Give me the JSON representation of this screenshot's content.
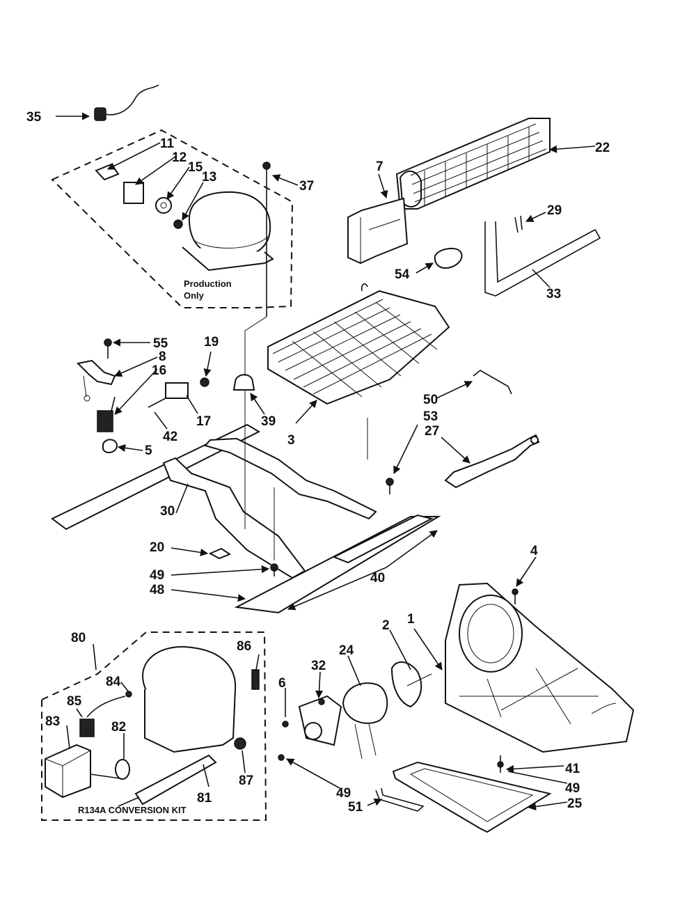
{
  "diagram": {
    "captions": {
      "production_line1": "Production",
      "production_line2": "Only",
      "kit": "R134A CONVERSION KIT"
    },
    "labels": {
      "p1": "1",
      "p2": "2",
      "p3": "3",
      "p4": "4",
      "p5": "5",
      "p6": "6",
      "p7": "7",
      "p8": "8",
      "p11": "11",
      "p12": "12",
      "p13": "13",
      "p15": "15",
      "p16": "16",
      "p17": "17",
      "p19": "19",
      "p20": "20",
      "p22": "22",
      "p24": "24",
      "p25": "25",
      "p27": "27",
      "p29": "29",
      "p30": "30",
      "p32": "32",
      "p33": "33",
      "p35": "35",
      "p37": "37",
      "p39": "39",
      "p40": "40",
      "p41": "41",
      "p42": "42",
      "p48": "48",
      "p49a": "49",
      "p49b": "49",
      "p49c": "49",
      "p50": "50",
      "p51": "51",
      "p53": "53",
      "p54": "54",
      "p55": "55",
      "p80": "80",
      "p81": "81",
      "p82": "82",
      "p83": "83",
      "p84": "84",
      "p85": "85",
      "p86": "86",
      "p87": "87"
    }
  }
}
